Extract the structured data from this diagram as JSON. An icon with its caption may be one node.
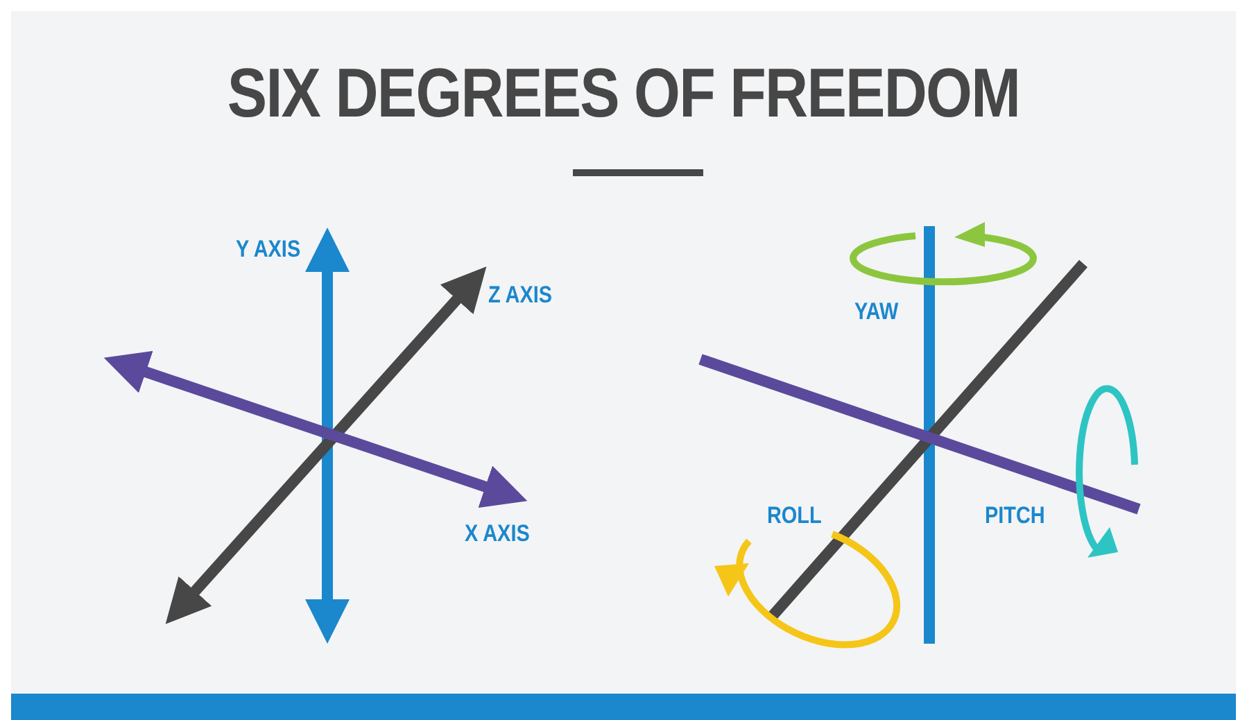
{
  "diagram": {
    "title": "SIX DEGREES OF FREEDOM",
    "labels": [
      "Y AXIS",
      "Z AXIS",
      "X AXIS",
      "YAW",
      "ROLL",
      "PITCH"
    ]
  }
}
